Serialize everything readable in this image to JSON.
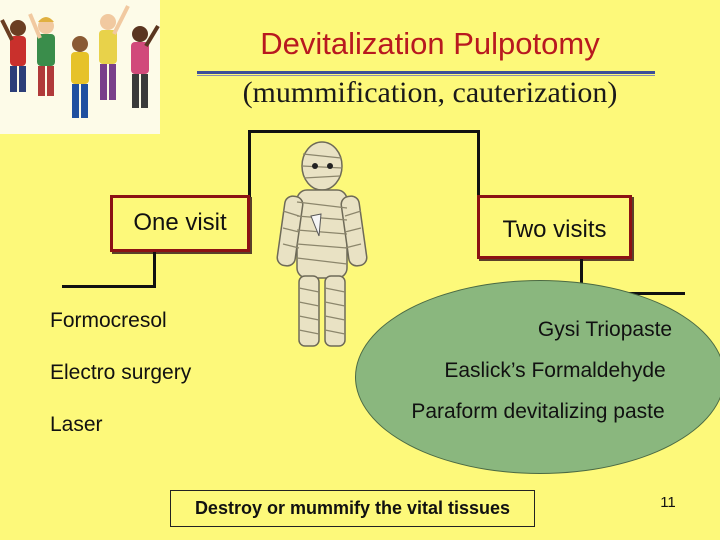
{
  "title": "Devitalization Pulpotomy",
  "subtitle": "(mummification, cauterization)",
  "boxes": {
    "one_visit": "One visit",
    "two_visits": "Two visits"
  },
  "one_visit_items": [
    "Formocresol",
    "Electro surgery",
    "Laser"
  ],
  "two_visit_items": [
    "Gysi Triopaste",
    "Easlick’s Formaldehyde",
    "Paraform devitalizing paste"
  ],
  "note": "Destroy or mummify the vital tissues",
  "page_number": "11",
  "colors": {
    "background": "#fdf97a",
    "title": "#b8191f",
    "box_border": "#8c1214",
    "ellipse": "#8ab77e",
    "rule": "#3c4f98"
  }
}
